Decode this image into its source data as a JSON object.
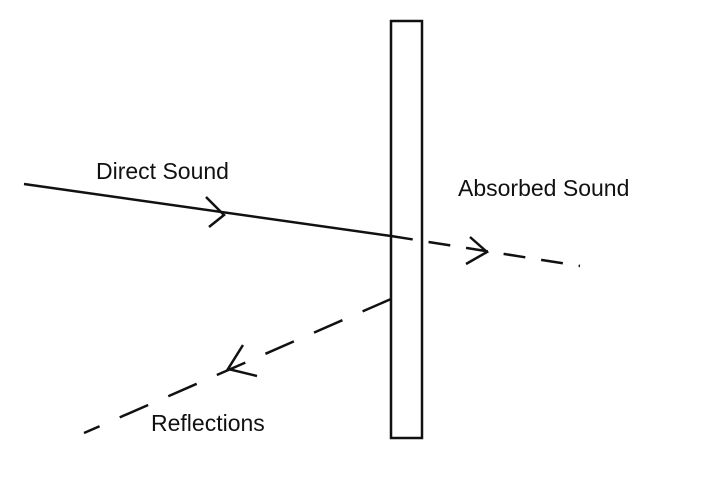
{
  "labels": {
    "direct": "Direct Sound",
    "absorbed": "Absorbed Sound",
    "reflections": "Reflections"
  },
  "colors": {
    "ink": "#111111",
    "background": "#ffffff"
  }
}
